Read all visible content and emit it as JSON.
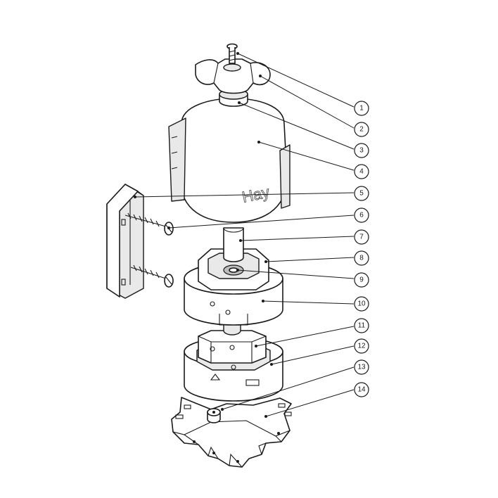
{
  "diagram": {
    "type": "exploded-parts-diagram",
    "background": "#ffffff",
    "line_color": "#1a1a1a",
    "brand_mark": "Hay",
    "callouts": [
      {
        "id": "1",
        "label": "1"
      },
      {
        "id": "2",
        "label": "2"
      },
      {
        "id": "3",
        "label": "3"
      },
      {
        "id": "4",
        "label": "4"
      },
      {
        "id": "5",
        "label": "5"
      },
      {
        "id": "6",
        "label": "6"
      },
      {
        "id": "7",
        "label": "7"
      },
      {
        "id": "8",
        "label": "8"
      },
      {
        "id": "9",
        "label": "9"
      },
      {
        "id": "10",
        "label": "10"
      },
      {
        "id": "11",
        "label": "11"
      },
      {
        "id": "12",
        "label": "12"
      },
      {
        "id": "13",
        "label": "13"
      },
      {
        "id": "14",
        "label": "14"
      }
    ]
  }
}
